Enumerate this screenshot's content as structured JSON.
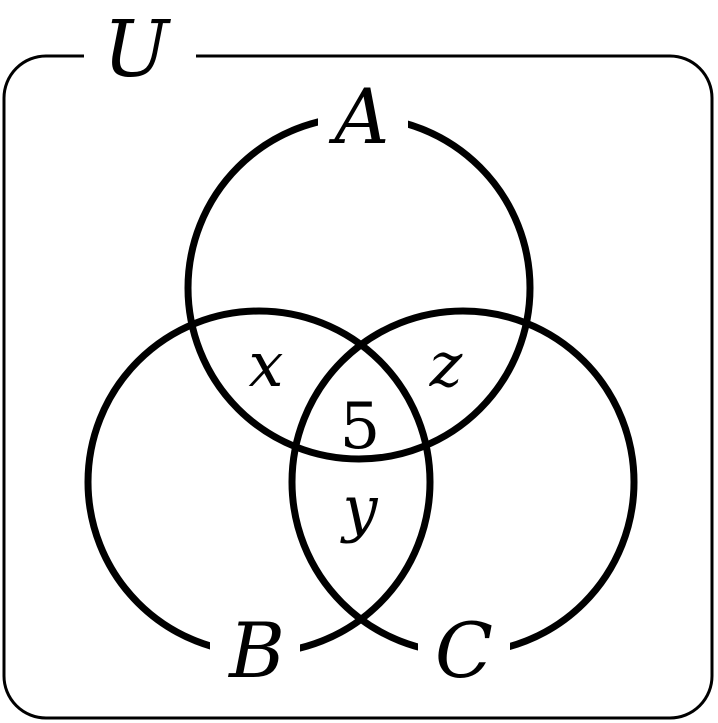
{
  "universe": {
    "label": "U"
  },
  "sets": {
    "a": {
      "label": "A"
    },
    "b": {
      "label": "B"
    },
    "c": {
      "label": "C"
    }
  },
  "regions": {
    "a_and_b_only": "x",
    "a_and_c_only": "z",
    "b_and_c_only": "y",
    "all_three": "5"
  },
  "colors": {
    "stroke": "#000000",
    "background": "#ffffff"
  }
}
